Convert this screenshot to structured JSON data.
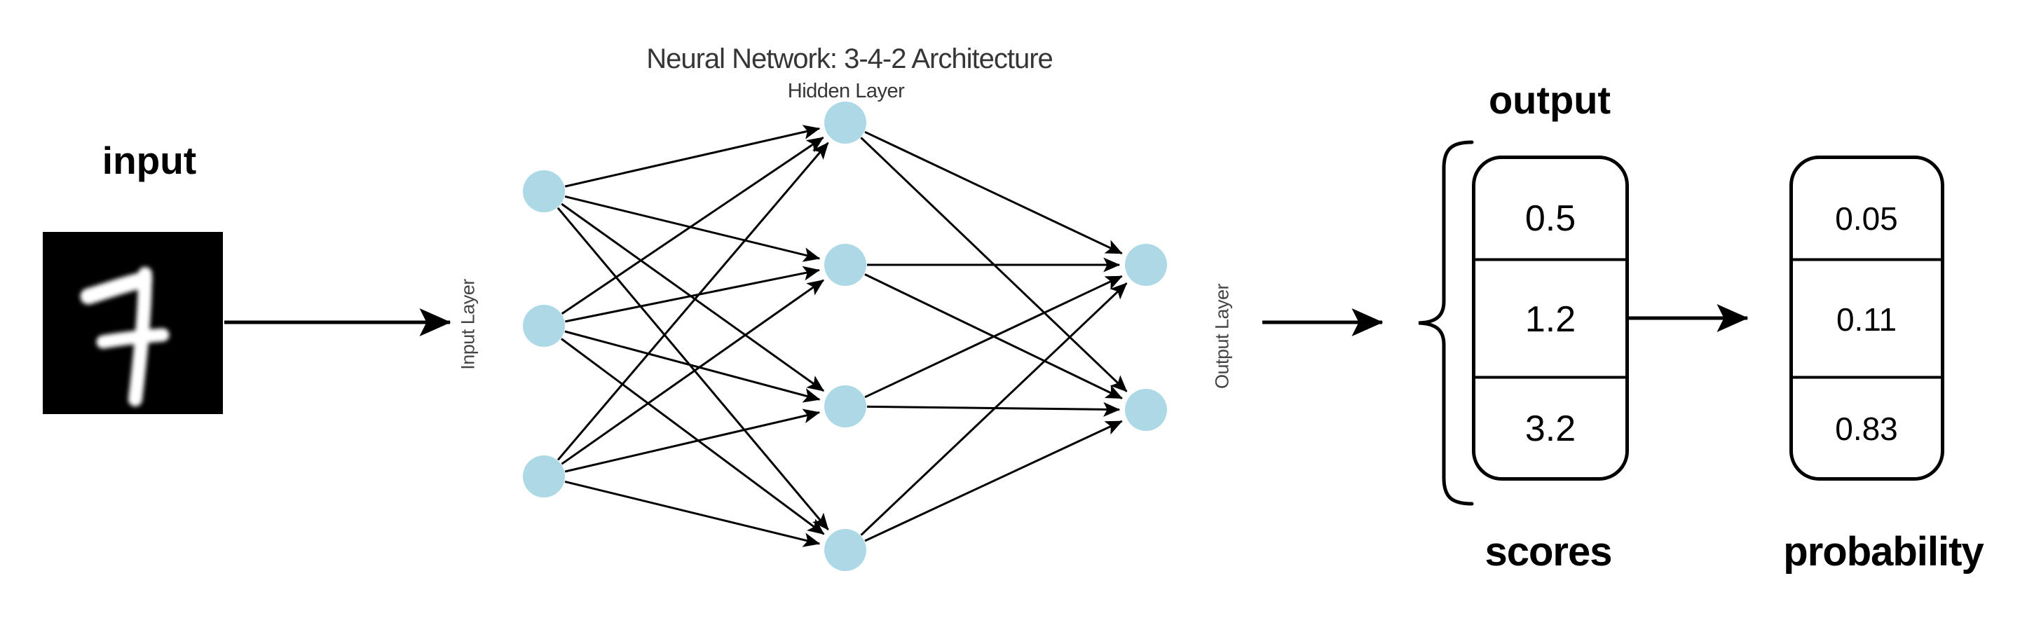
{
  "title": "Neural Network: 3-4-2 Architecture",
  "network": {
    "hidden_layer_label": "Hidden Layer",
    "input_layer_label": "Input Layer",
    "output_layer_label": "Output Layer",
    "architecture": {
      "input_nodes": 3,
      "hidden_nodes": 4,
      "output_nodes": 2
    }
  },
  "input_panel": {
    "label": "input",
    "digit_shown": "7"
  },
  "output_panel": {
    "label": "output",
    "scores": {
      "label": "scores",
      "values": [
        "0.5",
        "1.2",
        "3.2"
      ]
    },
    "probability": {
      "label": "probability",
      "values": [
        "0.05",
        "0.11",
        "0.83"
      ]
    }
  },
  "colors": {
    "node_fill": "#ADD8E6",
    "edge": "#000000",
    "text_muted": "#363636",
    "background": "#ffffff"
  }
}
